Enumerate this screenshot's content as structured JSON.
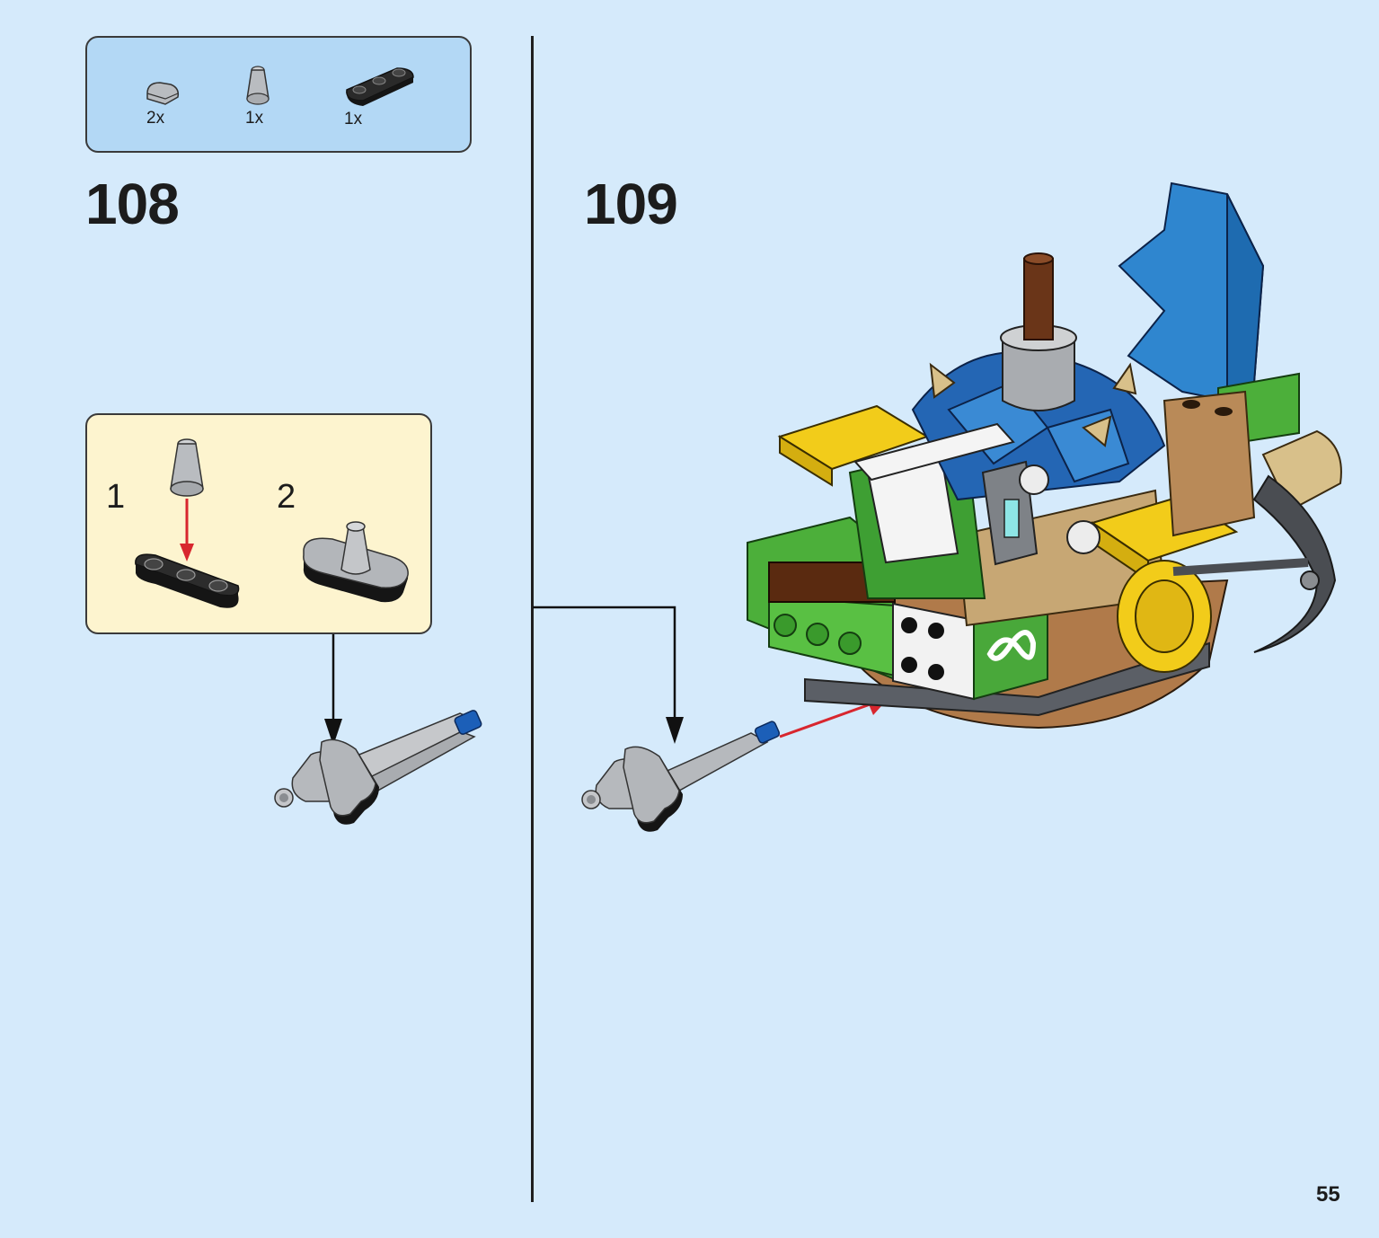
{
  "parts_list": {
    "items": [
      {
        "icon": "round-tile-1x1-light-gray",
        "qty": "2x"
      },
      {
        "icon": "cone-1x1-light-gray",
        "qty": "1x"
      },
      {
        "icon": "plate-1x3-black",
        "qty": "1x"
      }
    ]
  },
  "steps": [
    {
      "number": "108"
    },
    {
      "number": "109"
    }
  ],
  "sub_steps": [
    {
      "number": "1"
    },
    {
      "number": "2"
    }
  ],
  "page_number": "55",
  "colors": {
    "background": "#d5eafb",
    "parts_box": "#b3d8f5",
    "sub_build_box": "#fdf4cf",
    "arrow_red": "#d8262e"
  }
}
